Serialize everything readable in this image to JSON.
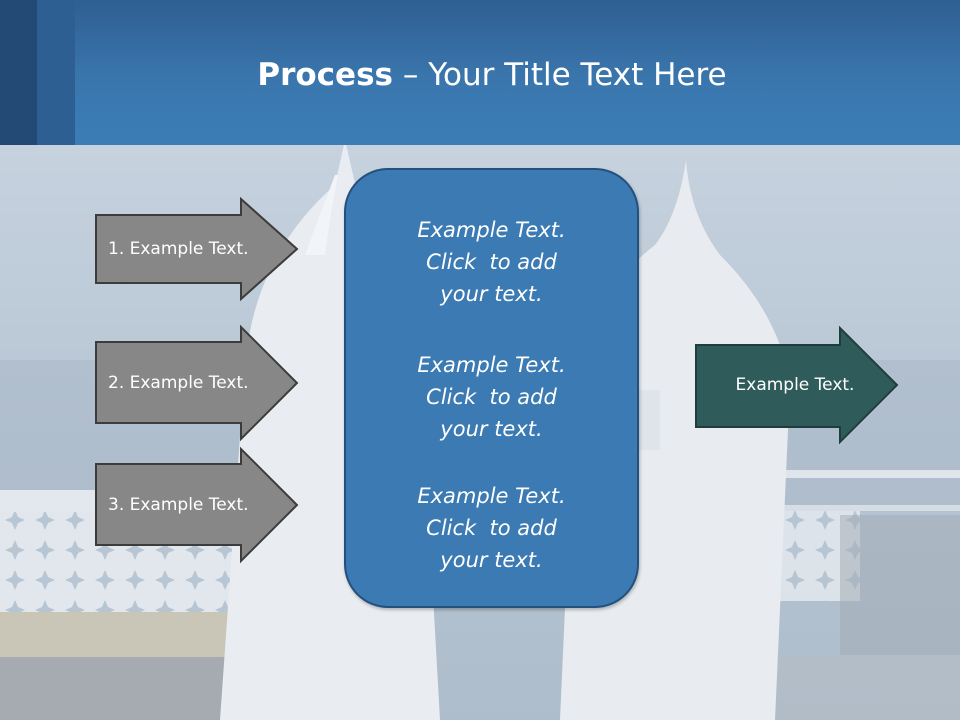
{
  "title": {
    "bold": "Process",
    "rest": " – Your Title Text Here"
  },
  "left_arrows": [
    {
      "label": "1. Example Text."
    },
    {
      "label": "2. Example Text."
    },
    {
      "label": "3. Example Text."
    }
  ],
  "center_panel": {
    "blocks": [
      {
        "line1": "Example Text.",
        "line2": "Click  to add",
        "line3": "your text."
      },
      {
        "line1": "Example Text.",
        "line2": "Click  to add",
        "line3": "your text."
      },
      {
        "line1": "Example Text.",
        "line2": "Click  to add",
        "line3": "your text."
      }
    ]
  },
  "right_arrow": {
    "label": "Example Text."
  },
  "colors": {
    "header": "#3a76ad",
    "gray_arrow": "#878787",
    "panel": "#3b7ab3",
    "teal_arrow": "#2f5c5a"
  }
}
